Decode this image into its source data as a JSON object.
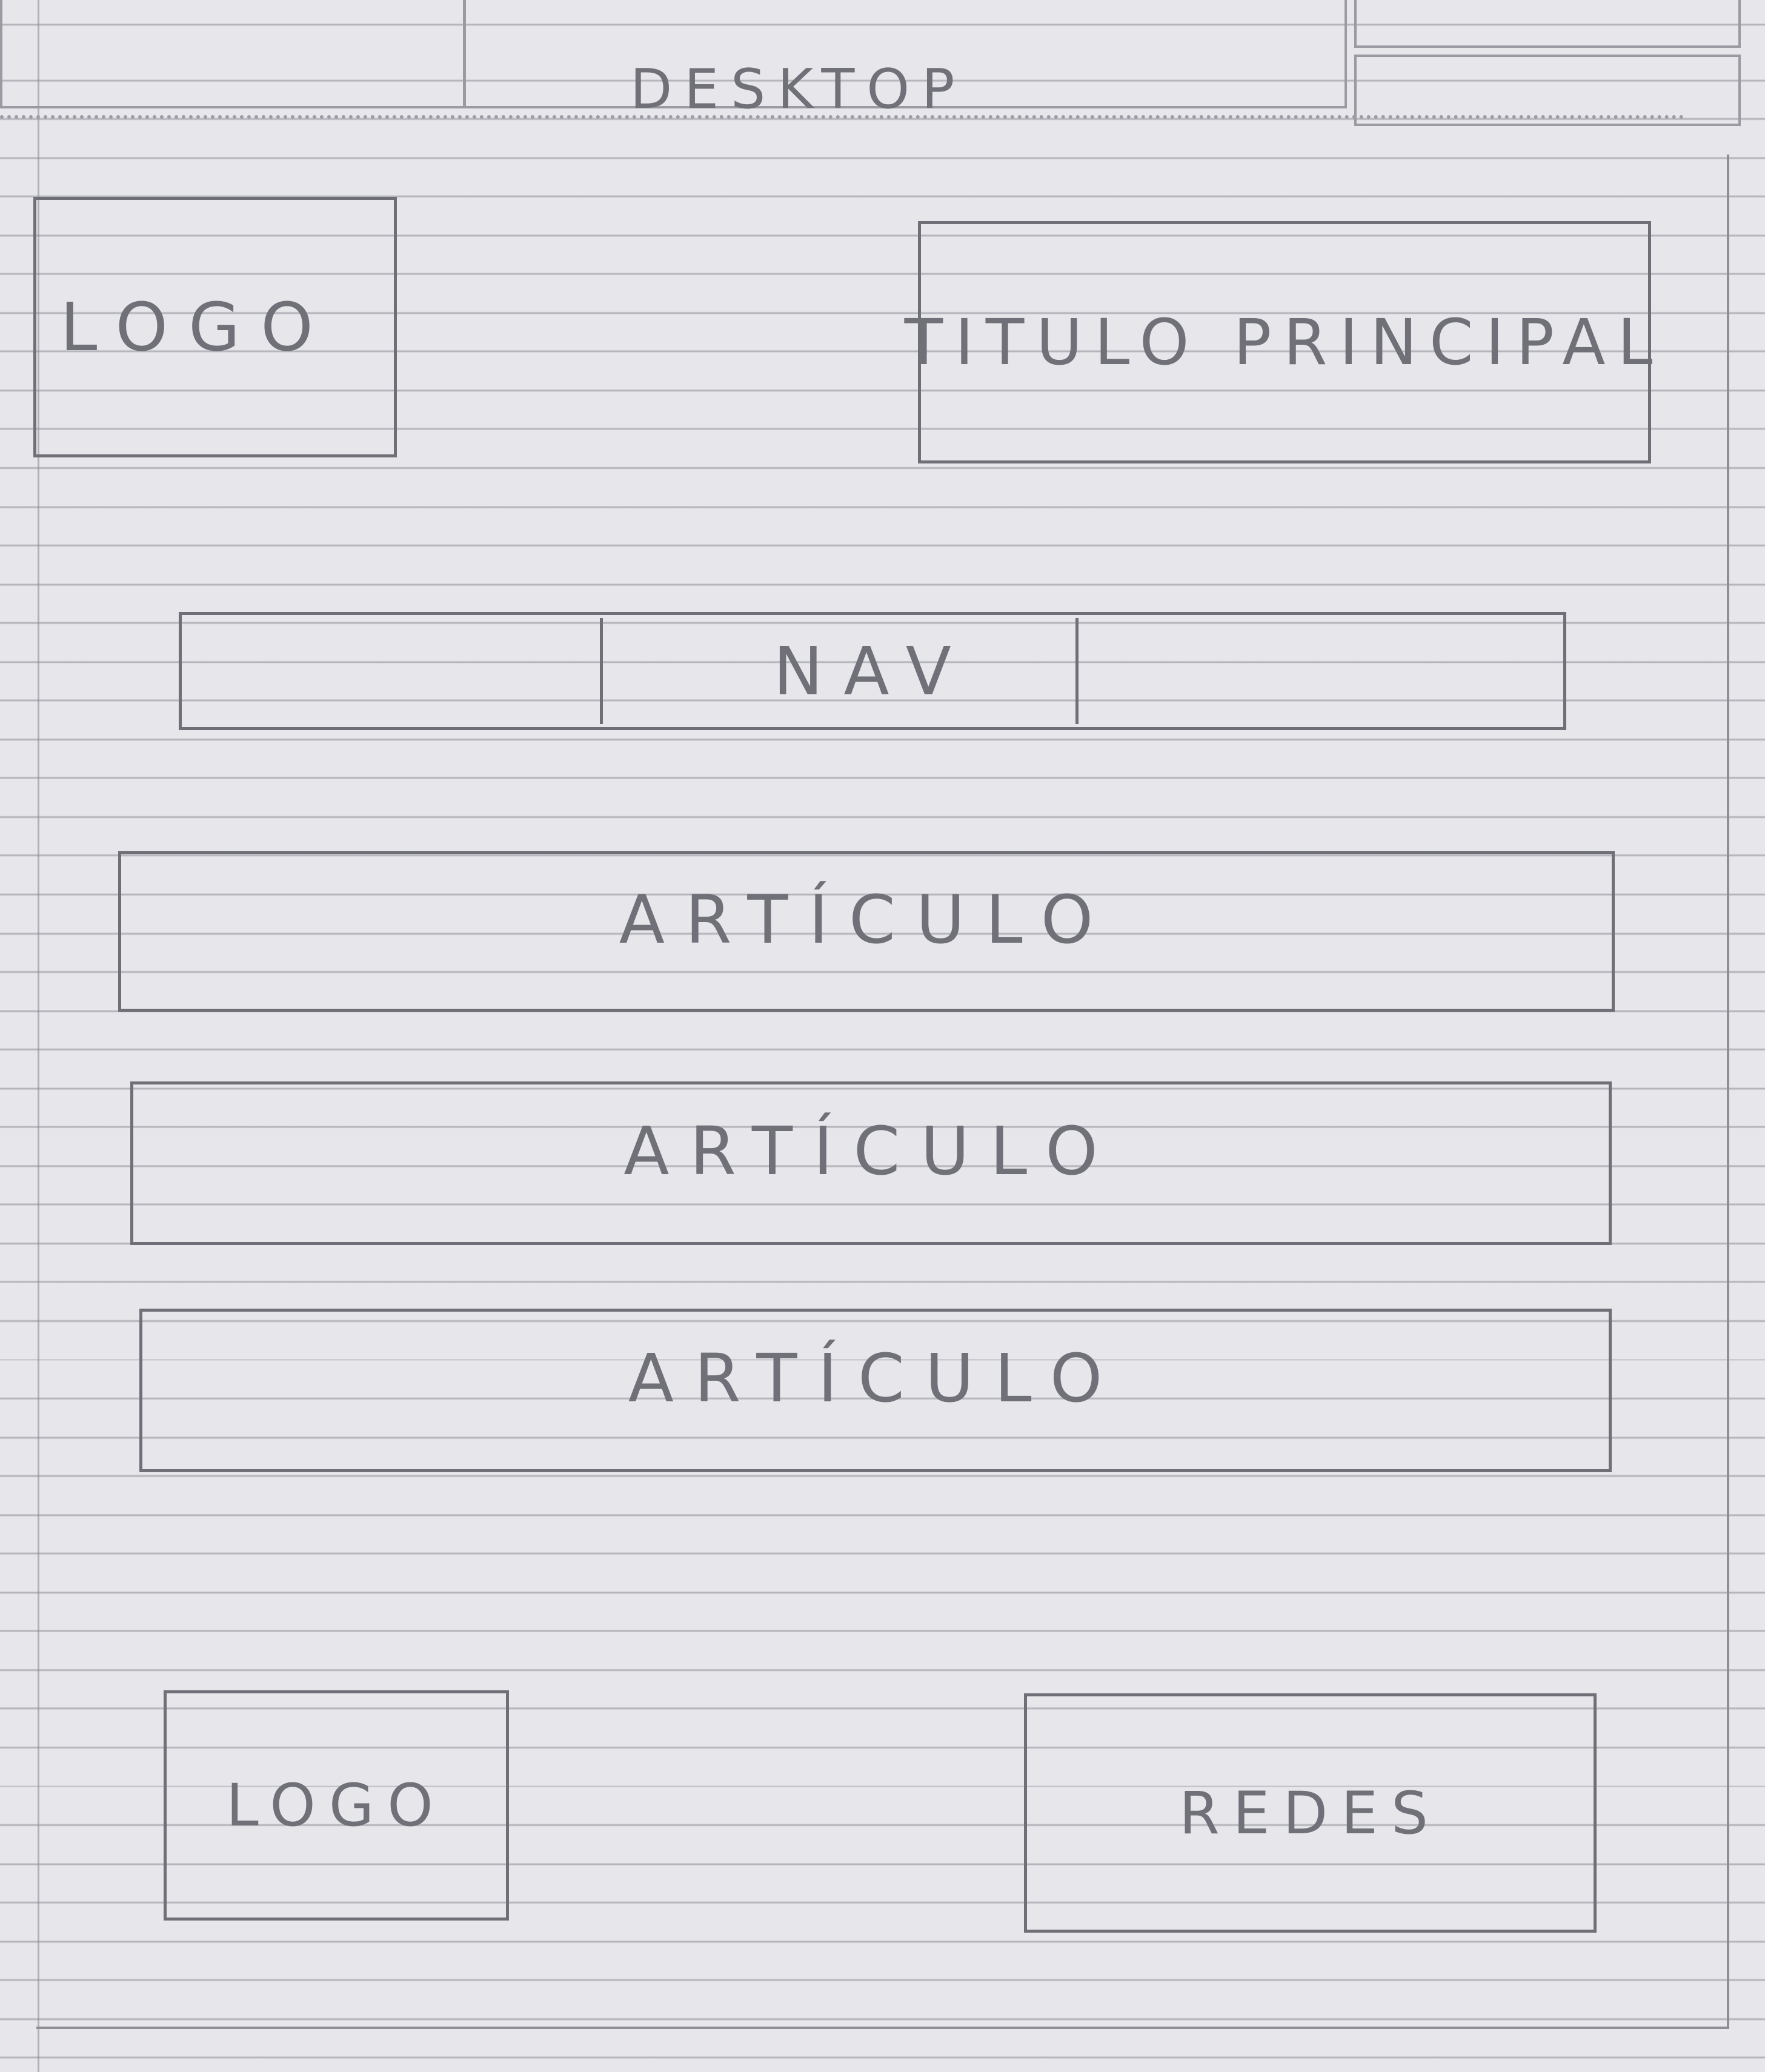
{
  "sheet": {
    "heading": "DESKTOP"
  },
  "header": {
    "logo_label": "LOGO",
    "title_label": "TITULO PRINCIPAL"
  },
  "nav": {
    "label": "NAV"
  },
  "articles": [
    {
      "label": "ARTÍCULO"
    },
    {
      "label": "ARTÍCULO"
    },
    {
      "label": "ARTÍCULO"
    }
  ],
  "footer": {
    "logo_label": "LOGO",
    "social_label": "REDES"
  },
  "colors": {
    "paper": "#e7e7eb",
    "pencil": "#6f6f77",
    "rule_lines": "#8c8c96"
  }
}
